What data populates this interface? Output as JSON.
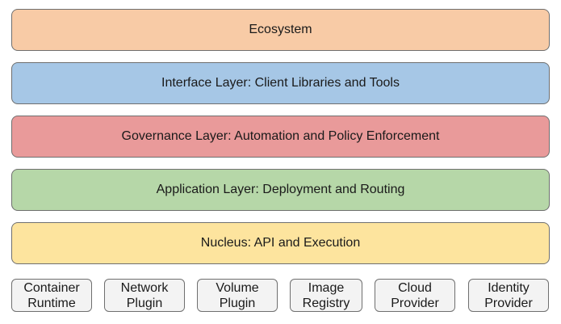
{
  "layers": [
    {
      "label": "Ecosystem",
      "color": "#f8cba6"
    },
    {
      "label": "Interface Layer: Client Libraries and Tools",
      "color": "#a6c7e6"
    },
    {
      "label": "Governance Layer: Automation and Policy Enforcement",
      "color": "#e99a9a"
    },
    {
      "label": "Application Layer: Deployment and Routing",
      "color": "#b6d7a8"
    },
    {
      "label": "Nucleus: API and Execution",
      "color": "#fde49e"
    }
  ],
  "components": [
    {
      "line1": "Container",
      "line2": "Runtime"
    },
    {
      "line1": "Network",
      "line2": "Plugin"
    },
    {
      "line1": "Volume",
      "line2": "Plugin"
    },
    {
      "line1": "Image",
      "line2": "Registry"
    },
    {
      "line1": "Cloud",
      "line2": "Provider"
    },
    {
      "line1": "Identity",
      "line2": "Provider"
    }
  ],
  "component_color": "#f3f3f3",
  "border_color": "#6f6f6f"
}
